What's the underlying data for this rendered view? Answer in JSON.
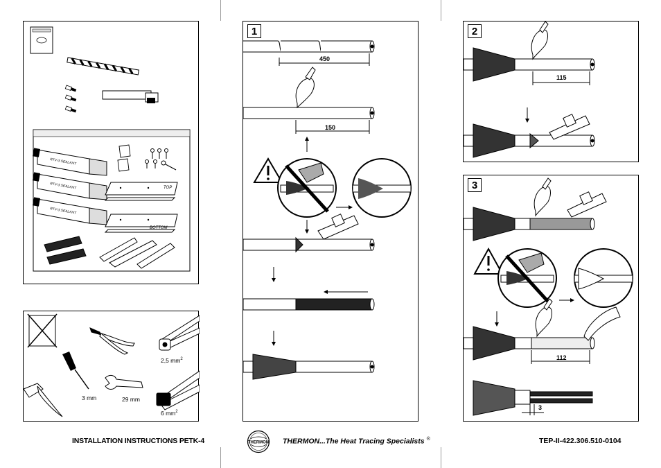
{
  "kit": {
    "tube_label_1": "RTV-3 SEALANT",
    "tube_label_2": "RTV-3 SEALANT",
    "tube_label_3": "RTV-3 SEALANT",
    "plate_top_label": "TOP",
    "plate_bottom_label": "BOTTOM"
  },
  "tools": {
    "crimp_small_label": "2,5 mm",
    "crimp_small_sup": "2",
    "crimp_large_label": "6 mm",
    "crimp_large_sup": "2",
    "screwdriver_label": "3 mm",
    "wrench_label": "29 mm"
  },
  "step1": {
    "number": "1",
    "dim_a": "450",
    "dim_b": "150"
  },
  "step2": {
    "number": "2",
    "dim_a": "115"
  },
  "step3": {
    "number": "3",
    "dim_a": "112",
    "dim_b": "3"
  },
  "footer": {
    "left": "INSTALLATION INSTRUCTIONS  PETK-4",
    "center": "THERMON...The Heat Tracing Specialists",
    "center_reg": "®",
    "right": "TEP-II-422.306.510-0104",
    "logo_text": "THERMON"
  }
}
